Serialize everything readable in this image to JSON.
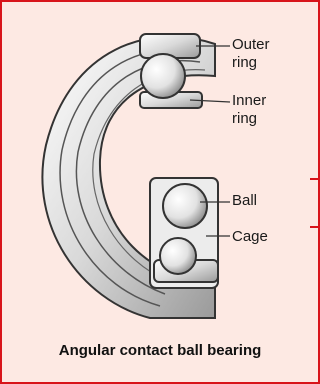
{
  "labels": {
    "outer_ring": "Outer\nring",
    "inner_ring": "Inner\nring",
    "ball": "Ball",
    "cage": "Cage"
  },
  "caption": "Angular contact ball bearing",
  "colors": {
    "frame": "#d8141a",
    "background": "#fde9e3",
    "line": "#333333"
  }
}
